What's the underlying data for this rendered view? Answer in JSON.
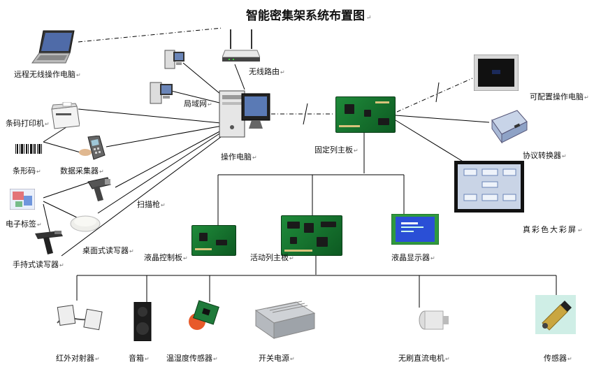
{
  "title": "智能密集架系统布置图",
  "labels": {
    "remote_pc": "远程无线操作电脑",
    "router": "无线路由",
    "lan": "局域网",
    "barcode_printer": "条码打印机",
    "barcode": "条形码",
    "data_collector": "数据采集器",
    "operator_pc": "操作电脑",
    "fixed_board": "固定列主板",
    "config_pc": "可配置操作电脑",
    "protocol_converter": "协议转换器",
    "true_color_screen": "真彩色大彩屏",
    "electronic_tag": "电子标签",
    "scanner_gun": "扫描枪",
    "desktop_reader": "桌面式读写器",
    "handheld_reader": "手持式读写器",
    "lcd_controller": "液晶控制板",
    "mobile_board": "活动列主板",
    "lcd_display": "液晶显示器",
    "ir_sensor": "红外对射器",
    "speaker": "音箱",
    "temp_humidity_sensor": "温湿度传感器",
    "power_supply": "开关电源",
    "bldc_motor": "无刷直流电机",
    "sensor": "传感器"
  },
  "colors": {
    "line": "#000000",
    "pcb_green": "#1f8a3a",
    "lcd_blue": "#2a4fd6",
    "screen_bg": "#c9d4e6"
  }
}
